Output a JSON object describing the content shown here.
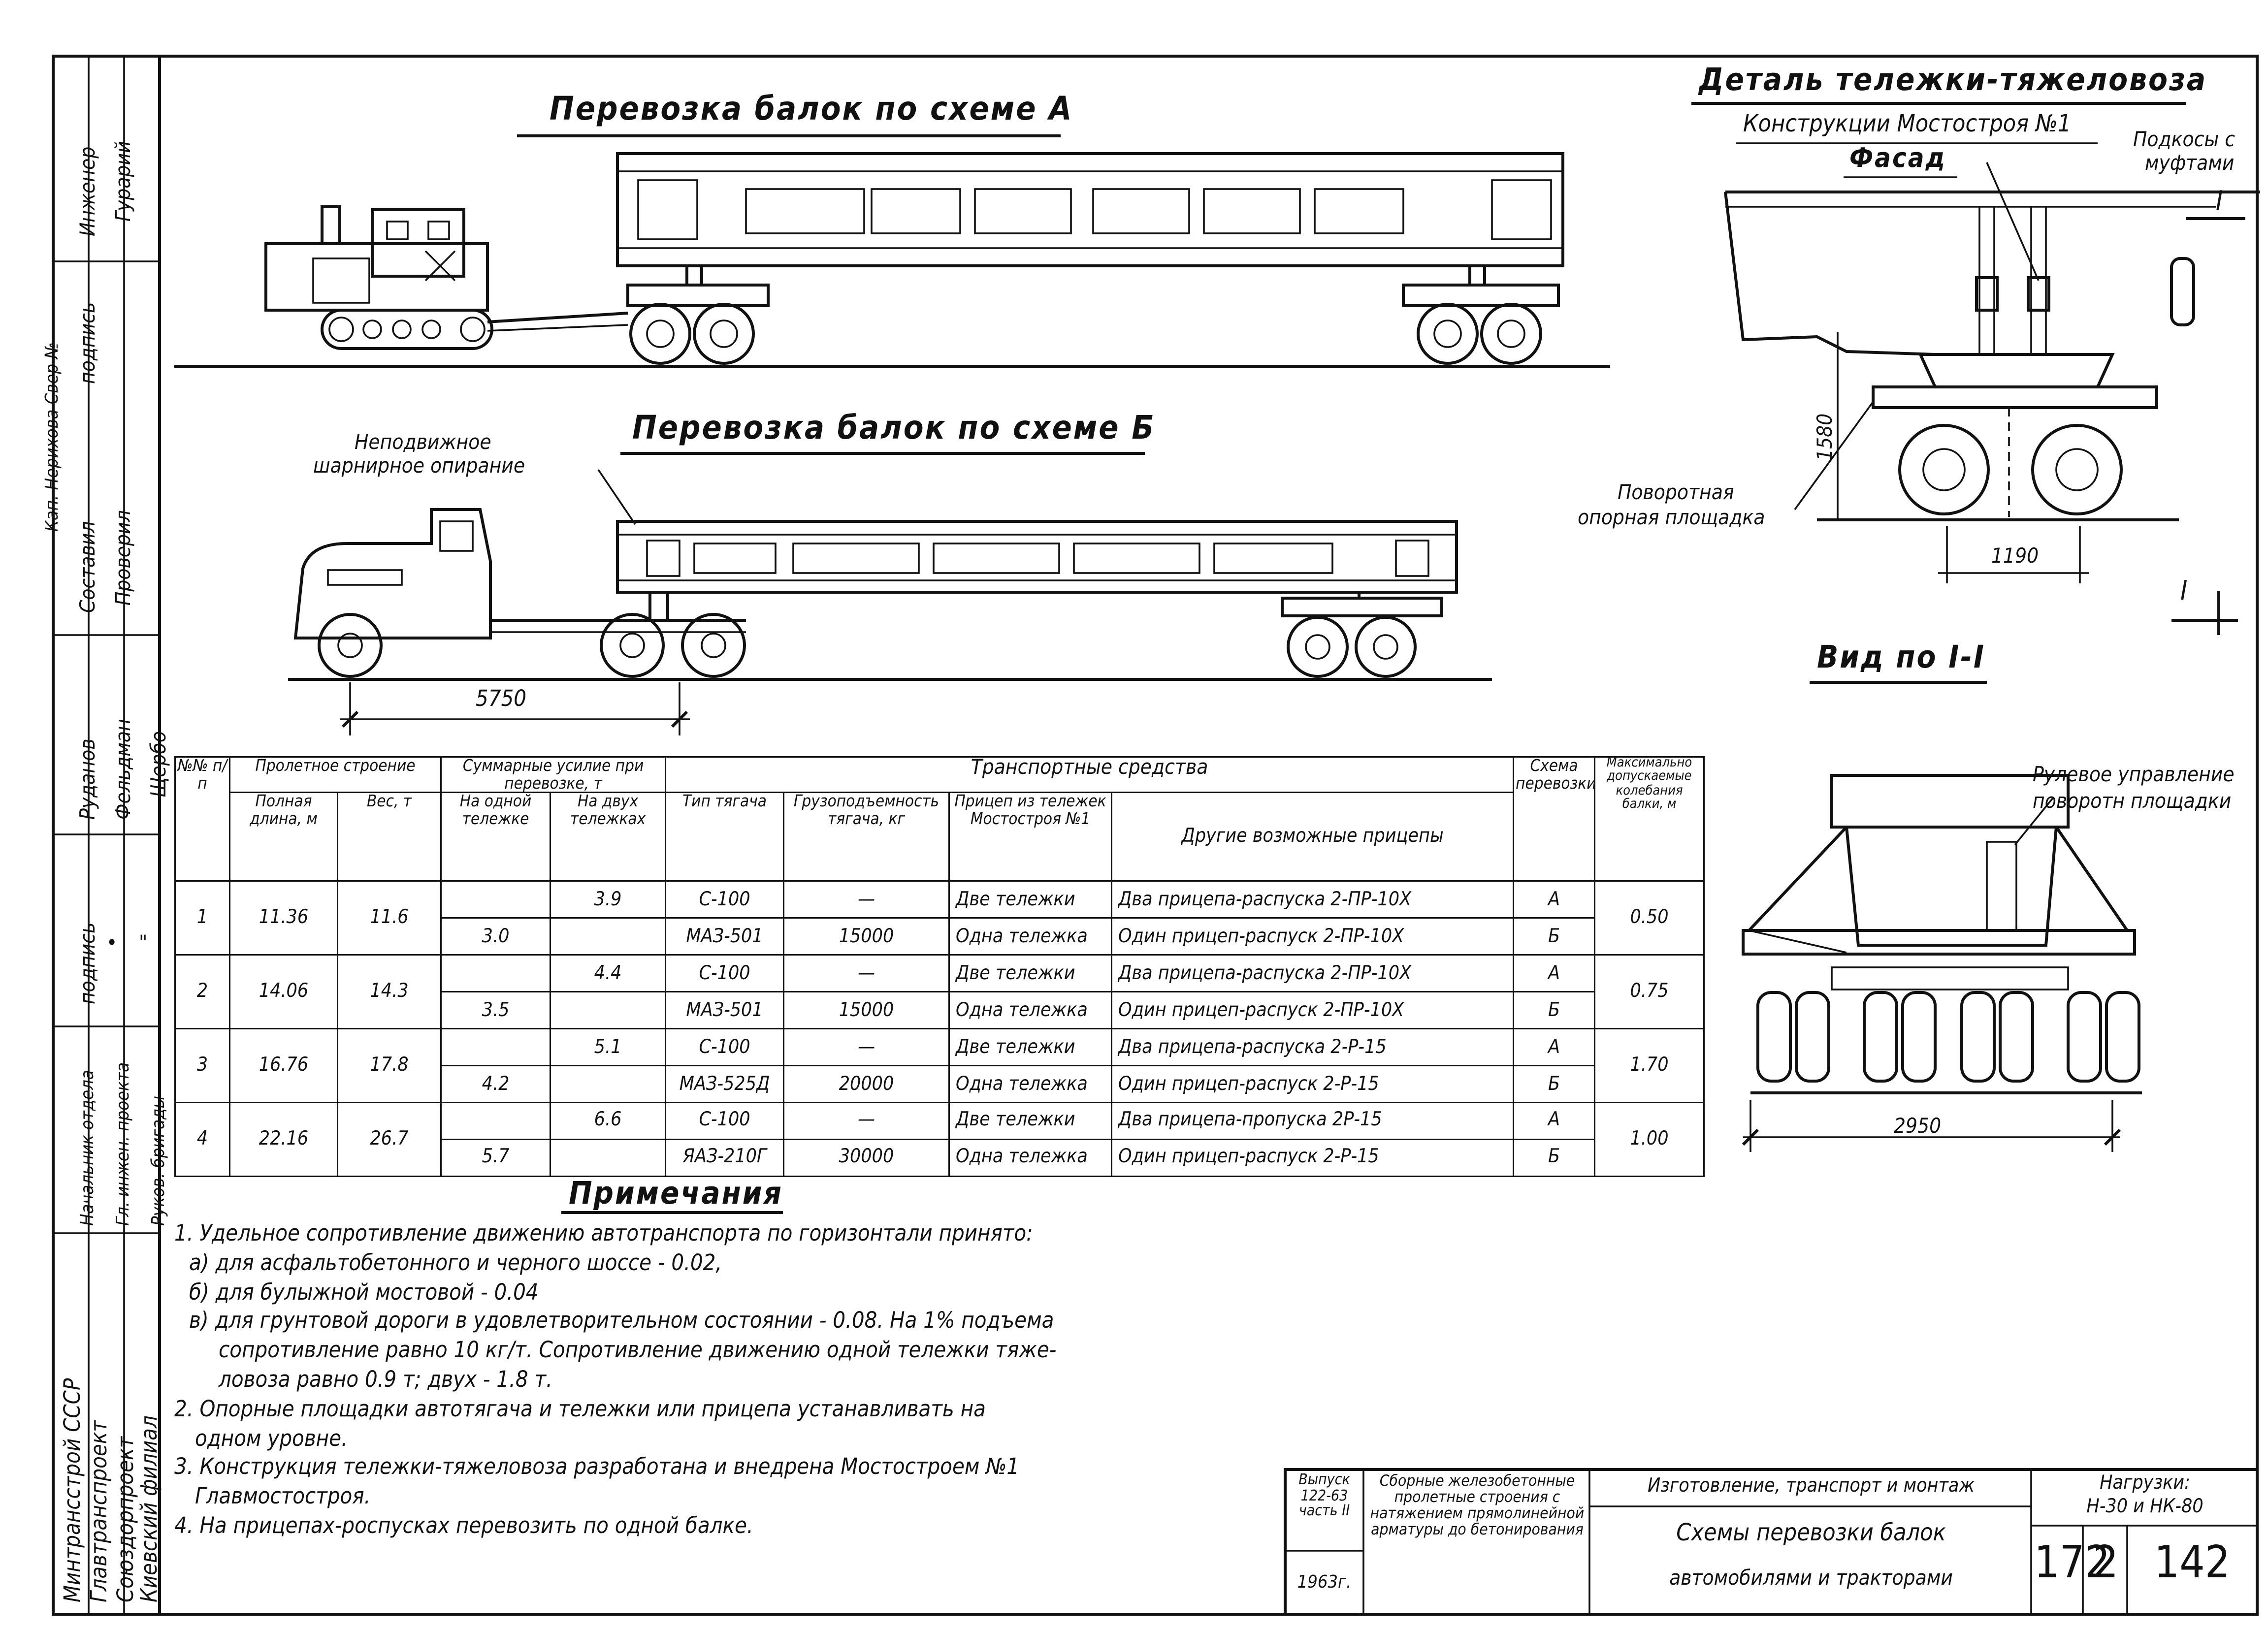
{
  "left_margin": {
    "approver_note": "Кап. Нерихова Свер №",
    "roles": [
      "Инженер",
      "подпись",
      "Составил",
      "Проверил",
      "подпись"
    ],
    "names": [
      "Гурарий",
      "Руданов",
      "Фельдман",
      "Щербо",
      "•",
      "\""
    ],
    "positions": [
      "Начальник отдела",
      "Гл. инжен. проекта",
      "Руков. бригады"
    ],
    "organization": [
      "Минтрансстрой СССР",
      "Главтранспроект",
      "Союздорпроект",
      "Киевский филиал"
    ]
  },
  "scheme_a": {
    "title": "Перевозка балок по схеме А"
  },
  "scheme_b": {
    "title": "Перевозка балок по схеме Б",
    "coupling_label": [
      "Неподвижное",
      "шарнирное опирание"
    ],
    "dimension": "5750"
  },
  "detail": {
    "title": "Деталь тележки-тяжеловоза",
    "subtitle": "Конструкции Мостостроя №1",
    "facade_label": "Фасад",
    "braces_label": [
      "Подкосы с",
      "муфтами"
    ],
    "section_mark": "I",
    "height_dim": "1580",
    "platform_label": [
      "Поворотная",
      "опорная площадка"
    ],
    "width_dim": "1190",
    "view_title": "Вид по I-I",
    "steering_label": [
      "Рулевое управление",
      "поворотн площадки"
    ],
    "track_dim": "2950"
  },
  "table": {
    "headers": {
      "num": "№№ п/п",
      "span_group": "Пролетное строение",
      "full_length": "Полная длина, м",
      "weight": "Вес, т",
      "force_group": "Суммарные усилие при перевозке, т",
      "one_cart": "На одной тележке",
      "two_carts": "На двух тележках",
      "transport_group": "Транспортные средства",
      "tractor_type": "Тип тягача",
      "capacity": "Грузоподъемность тягача, кг",
      "trailer": "Прицеп из тележек Мостостроя №1",
      "other_trailers": "Другие возможные прицепы",
      "scheme": "Схема перевозки",
      "max_slope": "Максимально допускаемые колебания балки, м"
    },
    "rows": [
      {
        "n": "1",
        "length": "11.36",
        "weight": "11.6",
        "one": "3.0",
        "two": "3.9",
        "tractors": [
          "С-100",
          "МАЗ-501"
        ],
        "capacity": [
          "—",
          "15000"
        ],
        "trailers": [
          "Две тележки",
          "Одна тележка"
        ],
        "others": [
          "Два прицепа-распуска 2-ПР-10Х",
          "Один прицеп-распуск 2-ПР-10Х"
        ],
        "schemes": [
          "А",
          "Б"
        ],
        "max": "0.50"
      },
      {
        "n": "2",
        "length": "14.06",
        "weight": "14.3",
        "one": "3.5",
        "two": "4.4",
        "tractors": [
          "С-100",
          "МАЗ-501"
        ],
        "capacity": [
          "—",
          "15000"
        ],
        "trailers": [
          "Две тележки",
          "Одна тележка"
        ],
        "others": [
          "Два прицепа-распуска 2-ПР-10Х",
          "Один прицеп-распуск 2-ПР-10Х"
        ],
        "schemes": [
          "А",
          "Б"
        ],
        "max": "0.75"
      },
      {
        "n": "3",
        "length": "16.76",
        "weight": "17.8",
        "one": "4.2",
        "two": "5.1",
        "tractors": [
          "С-100",
          "МАЗ-525Д"
        ],
        "capacity": [
          "—",
          "20000"
        ],
        "trailers": [
          "Две тележки",
          "Одна тележка"
        ],
        "others": [
          "Два прицепа-распуска 2-Р-15",
          "Один прицеп-распуск 2-Р-15"
        ],
        "schemes": [
          "А",
          "Б"
        ],
        "max": "1.70"
      },
      {
        "n": "4",
        "length": "22.16",
        "weight": "26.7",
        "one": "5.7",
        "two": "6.6",
        "tractors": [
          "С-100",
          "ЯАЗ-210Г"
        ],
        "capacity": [
          "—",
          "30000"
        ],
        "trailers": [
          "Две тележки",
          "Одна тележка"
        ],
        "others": [
          "Два прицепа-пропуска 2Р-15",
          "Один прицеп-распуск 2-Р-15"
        ],
        "schemes": [
          "А",
          "Б"
        ],
        "max": "1.00"
      }
    ]
  },
  "notes": {
    "title": "Примечания",
    "lines": [
      "1. Удельное сопротивление движению автотранспорта по горизонтали принято:",
      "а) для асфальтобетонного и черного шоссе - 0.02,",
      "б) для булыжной мостовой - 0.04",
      "в) для грунтовой дороги в удовлетворительном состоянии - 0.08. На 1% подъема",
      "сопротивление равно 10 кг/т. Сопротивление движению одной тележки тяже-",
      "ловоза равно 0.9 т; двух - 1.8 т.",
      "2. Опорные площадки автотягача и тележки или прицепа устанавливать на",
      "одном уровне.",
      "3. Конструкция тележки-тяжеловоза разработана и внедрена Мостостроем №1",
      "Главмостостроя.",
      "4. На прицепах-роспусках перевозить по одной балке."
    ]
  },
  "title_block": {
    "issue": "Выпуск 122-63 часть II",
    "year": "1963г.",
    "series": "Сборные железобетонные пролетные строения с натяжением прямолинейной арматуры до бетонирования",
    "section": "Изготовление, транспорт и монтаж",
    "drawing_title": "Схемы перевозки балок",
    "drawing_subtitle": "автомобилями и тракторами",
    "loads_label": "Нагрузки:",
    "loads_value": "Н-30 и НК-80",
    "sheet_a": "172",
    "sheet_b": "2",
    "sheet_c": "142"
  }
}
